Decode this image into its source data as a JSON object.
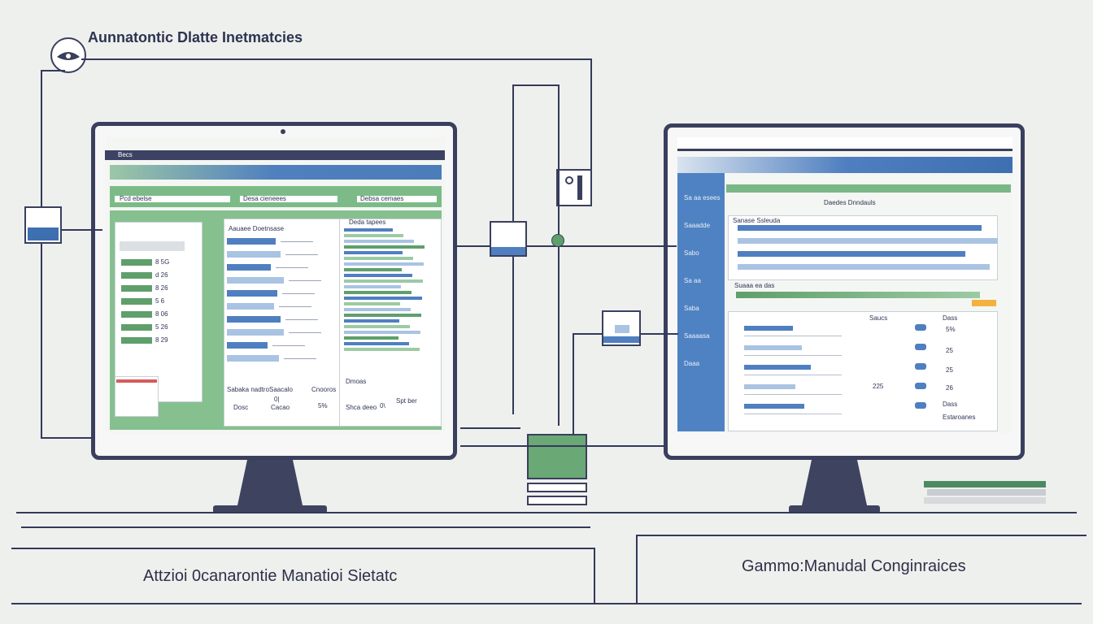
{
  "header": {
    "title": "Aunnatontic Dlatte Inetmatcies",
    "logo_icon": "eye-badge-icon"
  },
  "captions": {
    "left": "Attzioi 0canarontie Manatioi Sietatc",
    "right": "Gammo:Manudal Conginraices"
  },
  "left_monitor": {
    "menu_label": "Becs",
    "search_fields": [
      "Pcd ebelse",
      "Desa cieneees",
      "Debsa cemaes"
    ],
    "panel_titles": [
      "Aauaee Doetnsase",
      "Deda tapees"
    ],
    "row_codes": [
      "8 5G",
      "d 26",
      "8 26",
      "5 6",
      "8 06",
      "5 26",
      "8 29"
    ],
    "footer_labels": [
      "Sabaka nadtro",
      "Saacalo",
      "Cnooros",
      "Dmoas",
      "Shca deeo",
      "Cacao",
      "Dosc"
    ],
    "footer_values": [
      "5%",
      "0\\",
      "0|",
      "Spt ber"
    ]
  },
  "right_monitor": {
    "side_items": [
      "Sa aa esees",
      "Saaadde",
      "Sabo",
      "Sa aa",
      "Saba",
      "Saaaasa",
      "Daaa"
    ],
    "top_label": "Daedes Dnndauls",
    "tab_label": "Sanase Ssleuda",
    "sub_label": "Suaaa ea das",
    "column_heads": [
      "Saucs",
      "Dass"
    ],
    "values": [
      "5%",
      "25",
      "25",
      "26",
      "225",
      "Dass"
    ],
    "footer_label": "Estaroanes"
  },
  "colors": {
    "ink": "#33395a",
    "accent_blue": "#4f7fc0",
    "accent_green": "#5f9f6b",
    "background": "#eef0ee"
  }
}
